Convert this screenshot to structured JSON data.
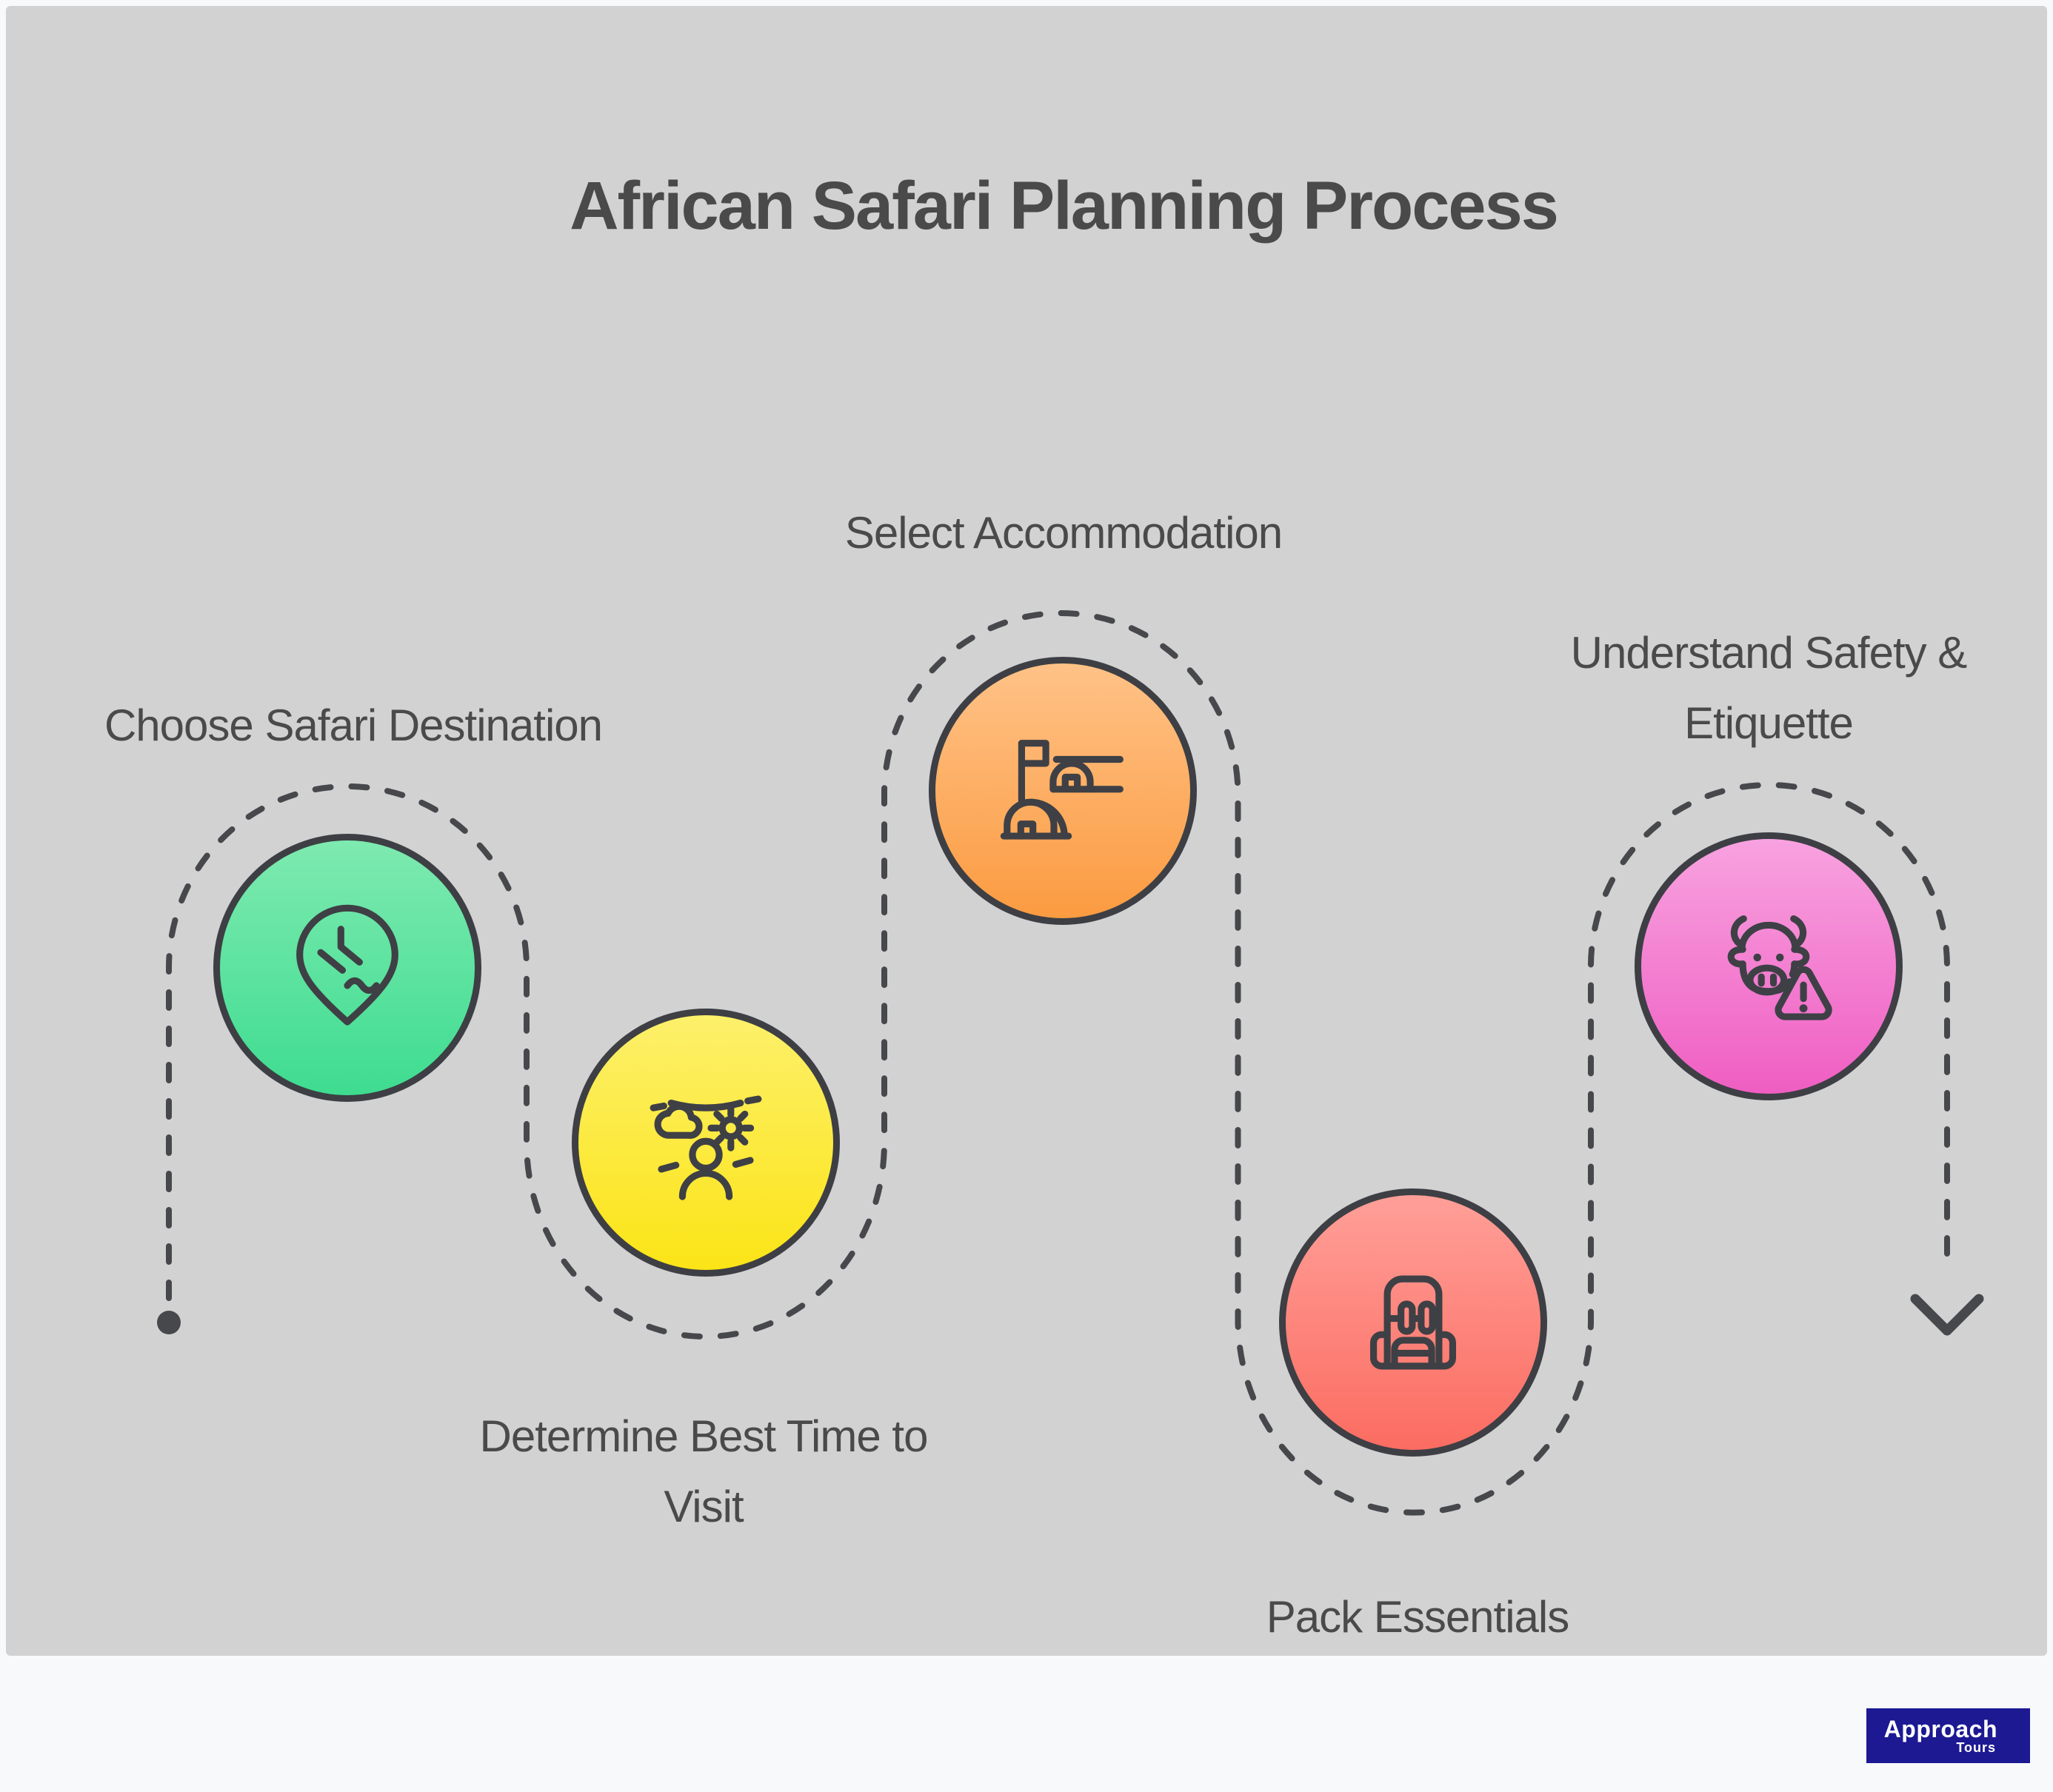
{
  "page": {
    "title": "African Safari Planning Process"
  },
  "steps": [
    {
      "order": 1,
      "label": "Choose Safari Destination",
      "icon": "map-pin-trail-icon",
      "color_top": "#7eeab0",
      "color_bottom": "#3edc90"
    },
    {
      "order": 2,
      "label": "Determine Best Time to Visit",
      "icon": "weather-season-person-icon",
      "color_top": "#fdf06b",
      "color_bottom": "#fbe416"
    },
    {
      "order": 3,
      "label": "Select Accommodation",
      "icon": "campsite-tents-flag-icon",
      "color_top": "#ffc287",
      "color_bottom": "#fb9b41"
    },
    {
      "order": 4,
      "label": "Pack Essentials",
      "icon": "backpack-icon",
      "color_top": "#ff9f98",
      "color_bottom": "#fb6c61"
    },
    {
      "order": 5,
      "label": "Understand Safety & Etiquette",
      "icon": "wildlife-warning-icon",
      "color_top": "#f8a2e0",
      "color_bottom": "#ef5ec2"
    }
  ],
  "path": {
    "style": "dashed",
    "stroke_color": "#47484c",
    "start_marker": "dot",
    "end_marker": "arrow-down"
  },
  "footer": {
    "brand_name": "Approach",
    "brand_sub": "Tours",
    "brand_bg": "#1c1992",
    "brand_text_color": "#ffffff"
  },
  "canvas": {
    "background": "#d2d2d3",
    "page_background": "#f8f9fb",
    "title_color": "#4a4a4a",
    "label_color": "#4a4a4a"
  }
}
